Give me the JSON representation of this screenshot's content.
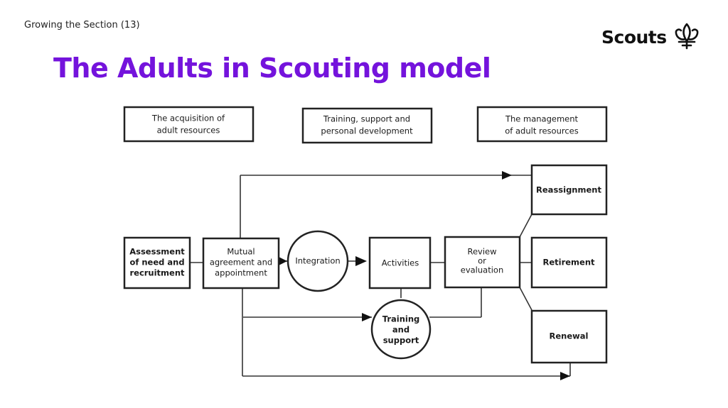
{
  "header": {
    "section_label": "Growing the Section (13)",
    "title": "The Adults in Scouting model",
    "logo_text": "Scouts"
  },
  "diagram": {
    "headers": [
      [
        "The acquisition of",
        "adult resources"
      ],
      [
        "Training, support and",
        "personal development"
      ],
      [
        "The management",
        "of adult resources"
      ]
    ],
    "assessment": [
      "Assessment",
      "of need and",
      "recruitment"
    ],
    "mutual": [
      "Mutual",
      "agreement and",
      "appointment"
    ],
    "integration": [
      "Integration"
    ],
    "activities": [
      "Activities"
    ],
    "review": [
      "Review",
      "or",
      "evaluation"
    ],
    "training_support": [
      "Training",
      "and",
      "support"
    ],
    "reassignment": [
      "Reassignment"
    ],
    "retirement": [
      "Retirement"
    ],
    "renewal": [
      "Renewal"
    ]
  },
  "colors": {
    "title": "#7413dc",
    "line": "#222222"
  }
}
